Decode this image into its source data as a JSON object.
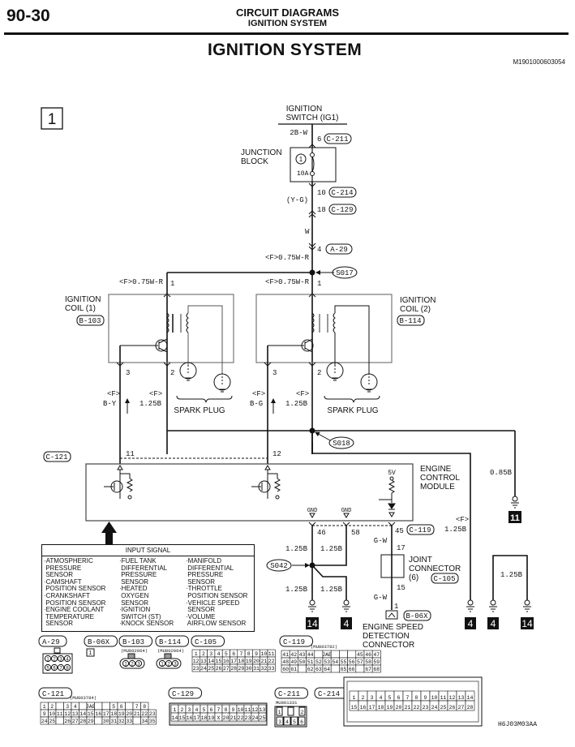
{
  "header": {
    "page_number": "90-30",
    "section_title": "CIRCUIT DIAGRAMS",
    "section_subtitle": "IGNITION SYSTEM",
    "main_title": "IGNITION SYSTEM",
    "doc_id": "M1901000603054",
    "figure_id": "H6J03M03AA",
    "sheet_number": "1"
  },
  "power": {
    "ignition_switch": "IGNITION",
    "ignition_switch_2": "SWITCH (IG1)",
    "wire_top": "2B-W",
    "pin_c211": "6",
    "conn_c211": "C-211",
    "junction_block_1": "JUNCTION",
    "junction_block_2": "BLOCK",
    "fuse_number": "1",
    "fuse_rating": "10A",
    "pin_c214": "10",
    "conn_c214": "C-214",
    "wire_yg": "(Y-G)",
    "pin_c129": "18",
    "conn_c129": "C-129",
    "wire_w": "W",
    "pin_a29": "4",
    "conn_a29": "A-29",
    "wire_main": "<F>0.75W-R",
    "splice_s017": "S017"
  },
  "coil1": {
    "label_1": "IGNITION",
    "label_2": "COIL (1)",
    "connector": "B-103",
    "wire_in": "<F>0.75W-R",
    "pin_in": "1",
    "pin_3": "3",
    "pin_2": "2",
    "wire_3_f": "<F>",
    "wire_3": "B-Y",
    "wire_2_f": "<F>",
    "wire_2": "1.25B",
    "spark_plug": "SPARK PLUG"
  },
  "coil2": {
    "label_1": "IGNITION",
    "label_2": "COIL (2)",
    "connector": "B-114",
    "wire_in": "<F>0.75W-R",
    "pin_in": "1",
    "pin_3": "3",
    "pin_2": "2",
    "wire_3_f": "<F>",
    "wire_3": "B-G",
    "wire_2_f": "<F>",
    "wire_2": "1.25B",
    "spark_plug": "SPARK PLUG"
  },
  "ecm": {
    "label_1": "ENGINE",
    "label_2": "CONTROL",
    "label_3": "MODULE",
    "conn_c121": "C-121",
    "pin_11": "11",
    "pin_12": "12",
    "splice_s018": "S018",
    "supply_5v": "5V",
    "gnd_1": "GND",
    "gnd_2": "GND",
    "pin_46": "46",
    "pin_58": "58",
    "pin_45": "45",
    "conn_c119": "C-119",
    "wire_085b": "0.85B",
    "ground_11": "11",
    "wire_f": "<F>",
    "wire_125b_right": "1.25B"
  },
  "input_signal": {
    "title": "INPUT SIGNAL",
    "col1": "·ATMOSPHERIC\n PRESSURE\n SENSOR\n·CAMSHAFT\n POSITION SENSOR\n·CRANKSHAFT\n POSITION SENSOR\n·ENGINE COOLANT\n TEMPERATURE\n SENSOR",
    "col2": "·FUEL TANK\n DIFFERENTIAL\n PRESSURE\n SENSOR\n·HEATED\n OXYGEN\n SENSOR\n·IGNITION\n SWITCH (ST)\n·KNOCK SENSOR",
    "col3": "·MANIFOLD\n DIFFERENTIAL\n PRESSURE\n SENSOR\n·THROTTLE\n POSITION SENSOR\n·VEHICLE SPEED\n SENSOR\n·VOLUME\n AIRFLOW SENSOR"
  },
  "grounds": {
    "wire_a": "1.25B",
    "wire_b": "1.25B",
    "wire_c": "1.25B",
    "wire_d": "1.25B",
    "splice_s042": "S042",
    "g14_a": "14",
    "g4_a": "4",
    "g4_b": "4",
    "g4_c": "4",
    "g14_b": "14",
    "wire_right": "1.25B"
  },
  "joint": {
    "wire_gw_1": "G-W",
    "pin_17": "17",
    "label_1": "JOINT",
    "label_2": "CONNECTOR",
    "label_3": "(6)",
    "connector": "C-105",
    "pin_15": "15",
    "wire_gw_2": "G-W",
    "pin_1": "1",
    "conn_b06x": "B-06X",
    "esd_1": "ENGINE SPEED",
    "esd_2": "DETECTION",
    "esd_3": "CONNECTOR"
  },
  "connectors": {
    "a29": {
      "label": "A-29",
      "pins": [
        "1",
        "2",
        "3",
        "4",
        "5",
        "6",
        "7",
        "8"
      ]
    },
    "b06x": {
      "label": "B-06X",
      "pins": [
        "1"
      ]
    },
    "b103": {
      "label": "B-103",
      "part": "(MU802064)",
      "pins": [
        "1",
        "2",
        "3"
      ]
    },
    "b114": {
      "label": "B-114",
      "part": "(MU802064)",
      "pins": [
        "1",
        "2",
        "3"
      ]
    },
    "c105": {
      "label": "C-105",
      "rows": [
        [
          "1",
          "2",
          "3",
          "4",
          "5",
          "6",
          "7",
          "8",
          "9",
          "10",
          "11"
        ],
        [
          "12",
          "13",
          "14",
          "15",
          "16",
          "17",
          "18",
          "19",
          "20",
          "21",
          "22"
        ],
        [
          "23",
          "24",
          "25",
          "26",
          "27",
          "28",
          "29",
          "30",
          "31",
          "32",
          "33"
        ]
      ]
    },
    "c119": {
      "label": "C-119",
      "part": "(MU803782)",
      "rows": [
        [
          "41",
          "42",
          "43",
          "44",
          "",
          "JAE",
          "",
          "",
          "",
          "45",
          "46",
          "47"
        ],
        [
          "48",
          "49",
          "50",
          "51",
          "52",
          "53",
          "54",
          "55",
          "56",
          "57",
          "58",
          "59"
        ],
        [
          "60",
          "61",
          "",
          "62",
          "63",
          "64",
          "",
          "65",
          "66",
          "",
          "67",
          "68"
        ]
      ]
    },
    "c121": {
      "label": "C-121",
      "part": "(MU803784)",
      "rows": [
        [
          "1",
          "2",
          "",
          "3",
          "4",
          "",
          "JAE",
          "",
          "",
          "5",
          "6",
          "",
          "7",
          "8"
        ],
        [
          "9",
          "10",
          "11",
          "12",
          "13",
          "14",
          "15",
          "16",
          "17",
          "18",
          "19",
          "20",
          "21",
          "22",
          "23"
        ],
        [
          "24",
          "25",
          "",
          "26",
          "27",
          "28",
          "29",
          "",
          "30",
          "31",
          "32",
          "33",
          "",
          "34",
          "35"
        ]
      ]
    },
    "c129": {
      "label": "C-129",
      "rows": [
        [
          "1",
          "2",
          "3",
          "4",
          "5",
          "6",
          "7",
          "8",
          "9",
          "10",
          "11",
          "12",
          "13"
        ],
        [
          "14",
          "15",
          "16",
          "17",
          "18",
          "19",
          "X",
          "20",
          "21",
          "22",
          "23",
          "24",
          "25"
        ]
      ]
    },
    "c211": {
      "label": "C-211",
      "part": "MU801331",
      "rows": [
        [
          "1",
          "",
          "2"
        ],
        [
          "3",
          "4",
          "5",
          "6"
        ]
      ]
    },
    "c214": {
      "label": "C-214",
      "rows": [
        [
          "1",
          "2",
          "3",
          "4",
          "5",
          "6",
          "7",
          "8",
          "9",
          "10",
          "11",
          "12",
          "13",
          "14"
        ],
        [
          "15",
          "16",
          "17",
          "18",
          "19",
          "20",
          "21",
          "22",
          "23",
          "24",
          "25",
          "26",
          "27",
          "28"
        ]
      ]
    }
  }
}
